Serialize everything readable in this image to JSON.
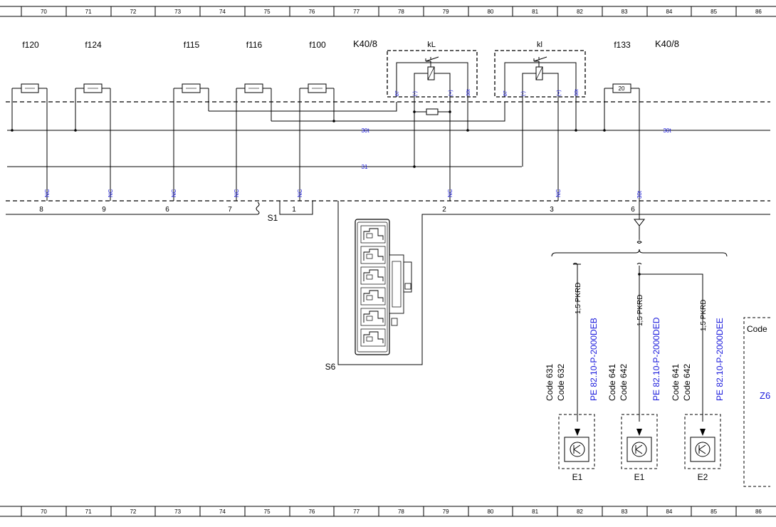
{
  "colors": {
    "line": "#000000",
    "accent": "#1a1adc",
    "frame": "#000000"
  },
  "grid": {
    "columns": [
      "70",
      "71",
      "72",
      "73",
      "74",
      "75",
      "76",
      "77",
      "78",
      "79",
      "80",
      "81",
      "82",
      "83",
      "84",
      "85",
      "86"
    ]
  },
  "fuses": [
    {
      "label": "f120",
      "value": "",
      "bottom_tag": "NC",
      "pin": "8"
    },
    {
      "label": "f124",
      "value": "",
      "bottom_tag": "NC",
      "pin": "9"
    },
    {
      "label": "f115",
      "value": "",
      "bottom_tag": "NC",
      "pin": "6"
    },
    {
      "label": "f116",
      "value": "",
      "bottom_tag": "NC",
      "pin": "7"
    },
    {
      "label": "f100",
      "value": "",
      "bottom_tag": "NC",
      "pin": "1"
    },
    {
      "label": "f133",
      "value": "20",
      "bottom_tag": "30t",
      "pin": "6"
    }
  ],
  "modules": {
    "left": "K40/8",
    "right": "K40/8"
  },
  "relays": [
    {
      "label": "kL",
      "terminals": [
        "87",
        "(-)",
        "(+)",
        "30t"
      ]
    },
    {
      "label": "kl",
      "terminals": [
        "87",
        "(-)",
        "(+)",
        "30t"
      ]
    }
  ],
  "busses": {
    "upper": "30t",
    "upper_right": "30t",
    "lower": "31"
  },
  "pins": {
    "p2": "2",
    "p3": "3",
    "nc_79": "NC",
    "nc_81": "NC"
  },
  "connectors": {
    "s1": "S1",
    "s6": "S6"
  },
  "wires": {
    "w1": "1,5 PKRD",
    "w2": "1,5 PKRD",
    "w3": "1,5 PKRD"
  },
  "consumers": [
    {
      "code_a": "Code 631",
      "code_b": "Code 632",
      "ref": "PE 82.10-P-2000DEB",
      "label": "E1"
    },
    {
      "code_a": "Code 641",
      "code_b": "Code 642",
      "ref": "PE 82.10-P-2000DED",
      "label": "E1"
    },
    {
      "code_a": "Code 641",
      "code_b": "Code 642",
      "ref": "PE 82.10-P-2000DEE",
      "label": "E2"
    }
  ],
  "side_box": {
    "title": "Code",
    "partial": "Z6"
  }
}
